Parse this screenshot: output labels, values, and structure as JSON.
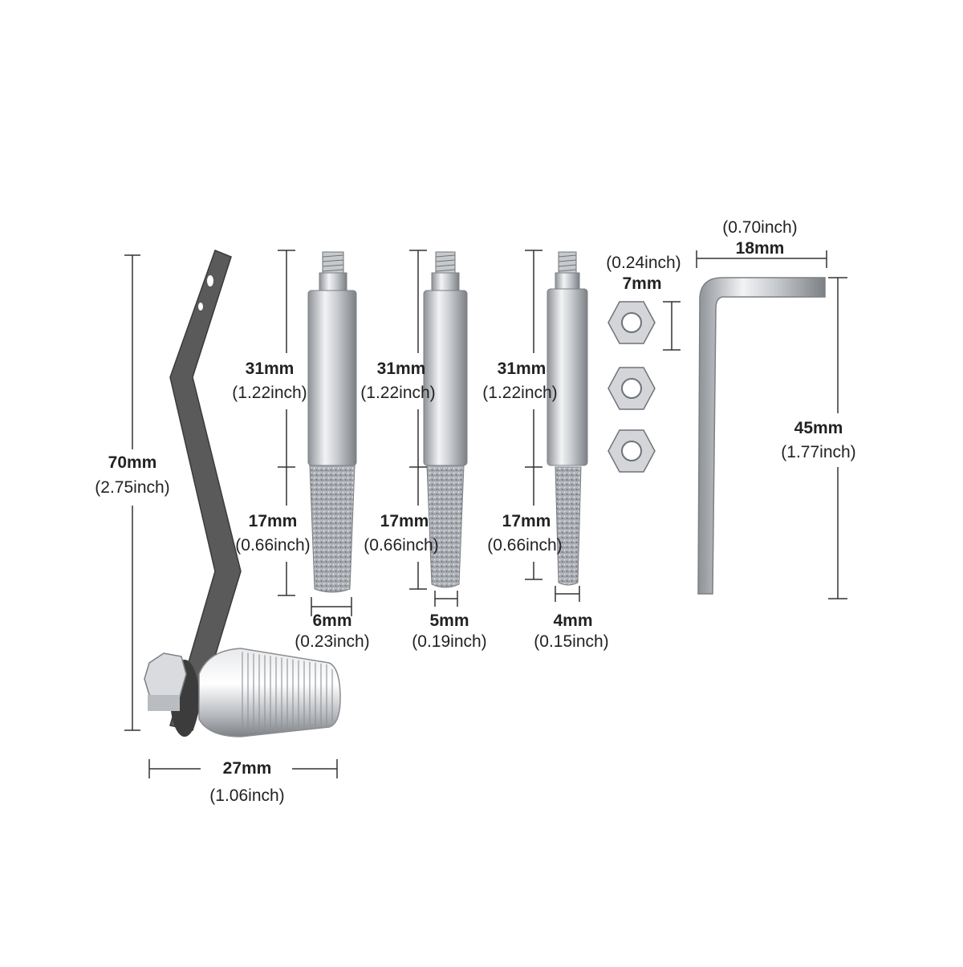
{
  "colors": {
    "background": "#ffffff",
    "dimension_line": "#333333",
    "label_text": "#222222",
    "steel": "#c9ccd0",
    "dark_metal": "#5a5a5a",
    "diamond_grit": "#a9adb3"
  },
  "items": {
    "crank_arm": {
      "height_mm": "70mm",
      "height_inch": "(2.75inch)",
      "knob_width_mm": "27mm",
      "knob_width_inch": "(1.06inch)"
    },
    "burr_6mm": {
      "shank_len_mm": "31mm",
      "shank_len_inch": "(1.22inch)",
      "tip_len_mm": "17mm",
      "tip_len_inch": "(0.66inch)",
      "diameter_mm": "6mm",
      "diameter_inch": "(0.23inch)"
    },
    "burr_5mm": {
      "shank_len_mm": "31mm",
      "shank_len_inch": "(1.22inch)",
      "tip_len_mm": "17mm",
      "tip_len_inch": "(0.66inch)",
      "diameter_mm": "5mm",
      "diameter_inch": "(0.19inch)"
    },
    "burr_4mm": {
      "shank_len_mm": "31mm",
      "shank_len_inch": "(1.22inch)",
      "tip_len_mm": "17mm",
      "tip_len_inch": "(0.66inch)",
      "diameter_mm": "4mm",
      "diameter_inch": "(0.15inch)"
    },
    "hex_nuts": {
      "size_inch": "(0.24inch)",
      "size_mm": "7mm"
    },
    "hex_key": {
      "short_arm_inch": "(0.70inch)",
      "short_arm_mm": "18mm",
      "long_arm_mm": "45mm",
      "long_arm_inch": "(1.77inch)"
    }
  }
}
